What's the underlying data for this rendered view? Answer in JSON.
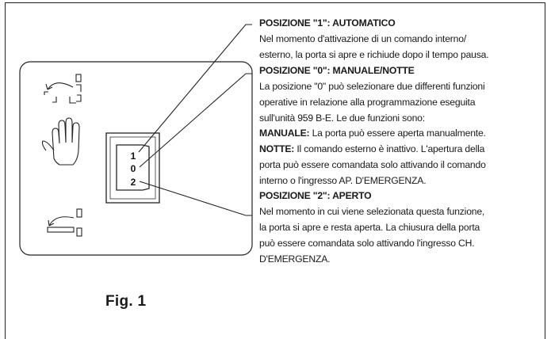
{
  "figure_label": "Fig. 1",
  "switch": {
    "positions": [
      "1",
      "0",
      "2"
    ]
  },
  "icons": {
    "automatic": "door-rotate-arrow-icon",
    "manual": "hand-icon",
    "open": "door-open-arrow-icon"
  },
  "sections": {
    "pos1": {
      "heading": "POSIZIONE \"1\": AUTOMATICO",
      "lines": [
        "Nel momento d'attivazione di un comando interno/",
        "esterno, la porta si apre e richiude dopo il tempo pausa."
      ]
    },
    "pos0": {
      "heading": "POSIZIONE \"0\": MANUALE/NOTTE",
      "lines": [
        "La posizione \"0\" può selezionare due differenti funzioni",
        "operative in relazione alla programmazione eseguita",
        "sull'unità 959 B-E. Le due funzioni sono:"
      ],
      "manuale_label": "MANUALE:",
      "manuale_text": " La porta può essere aperta manualmente.",
      "notte_label": "NOTTE:",
      "notte_lines": [
        " Il comando esterno è inattivo. L'apertura della",
        "porta può essere comandata solo attivando il comando",
        "interno o l'ingresso AP. D'EMERGENZA."
      ]
    },
    "pos2": {
      "heading": "POSIZIONE \"2\": APERTO",
      "lines": [
        "Nel momento in cui viene selezionata questa funzione,",
        "la porta si apre e resta aperta. La chiusura della porta",
        "può essere comandata solo attivando l'ingresso CH.",
        "D'EMERGENZA."
      ]
    }
  }
}
